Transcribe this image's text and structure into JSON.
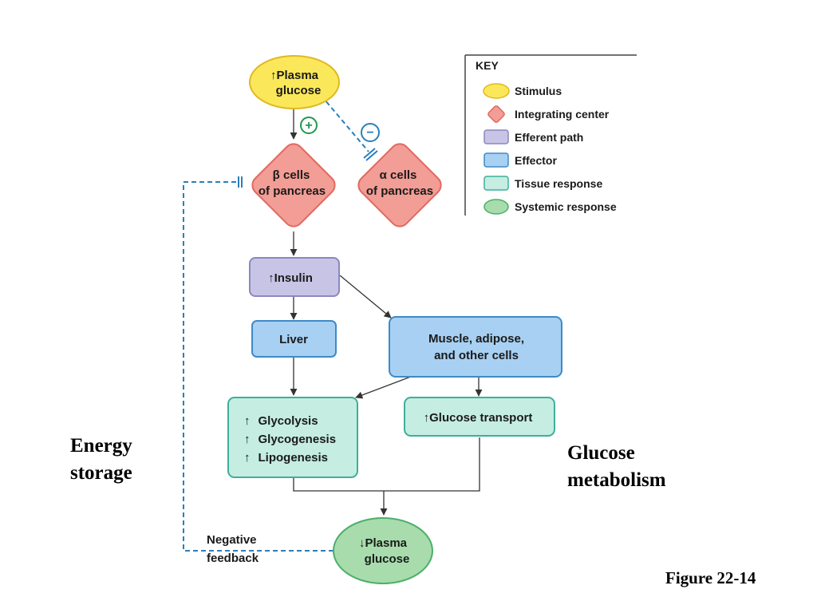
{
  "nodes": {
    "stimulus": {
      "arrow": "↑",
      "line1": "Plasma",
      "line2": "glucose"
    },
    "beta": {
      "symbol": "β",
      "line1": " cells",
      "line2": "of pancreas"
    },
    "alpha": {
      "symbol": "α",
      "line1": " cells",
      "line2": "of pancreas"
    },
    "insulin": {
      "arrow": "↑",
      "text": "Insulin"
    },
    "liver": {
      "text": "Liver"
    },
    "muscle": {
      "line1": "Muscle, adipose,",
      "line2": "and other cells"
    },
    "tissue_left": {
      "items": [
        {
          "arrow": "↑",
          "text": "Glycolysis"
        },
        {
          "arrow": "↑",
          "text": "Glycogenesis"
        },
        {
          "arrow": "↑",
          "text": "Lipogenesis"
        }
      ]
    },
    "tissue_right": {
      "arrow": "↑",
      "text": "Glucose transport"
    },
    "systemic": {
      "arrow": "↓",
      "line1": "Plasma",
      "line2": "glucose"
    }
  },
  "signs": {
    "plus": "+",
    "minus": "−"
  },
  "feedback": {
    "line1": "Negative",
    "line2": "feedback"
  },
  "key": {
    "title": "KEY",
    "items": [
      {
        "label": "Stimulus",
        "shape": "ellipse",
        "fill": "#fbe85a",
        "stroke": "#e0b821"
      },
      {
        "label": "Integrating center",
        "shape": "diamond",
        "fill": "#f29d95",
        "stroke": "#e06a60"
      },
      {
        "label": "Efferent path",
        "shape": "rect",
        "fill": "#c8c4e6",
        "stroke": "#8c87c0"
      },
      {
        "label": "Effector",
        "shape": "rect",
        "fill": "#a8d0f2",
        "stroke": "#3e8ac8"
      },
      {
        "label": "Tissue response",
        "shape": "rect",
        "fill": "#c5ede2",
        "stroke": "#3fae9a"
      },
      {
        "label": "Systemic response",
        "shape": "ellipse",
        "fill": "#a8dcac",
        "stroke": "#4caf6a"
      }
    ]
  },
  "captions": {
    "energy_line1": "Energy",
    "energy_line2": "storage",
    "glucose_line1": "Glucose",
    "glucose_line2": "metabolism",
    "figure": "Figure 22-14"
  },
  "colors": {
    "stimulus": "#fbe85a",
    "integrating": "#f29d95",
    "efferent": "#c8c4e6",
    "effector": "#a8d0f2",
    "tissue": "#c5ede2",
    "systemic": "#a8dcac",
    "feedback_line": "#2a7fb8",
    "plus": "#1f9a4f"
  }
}
